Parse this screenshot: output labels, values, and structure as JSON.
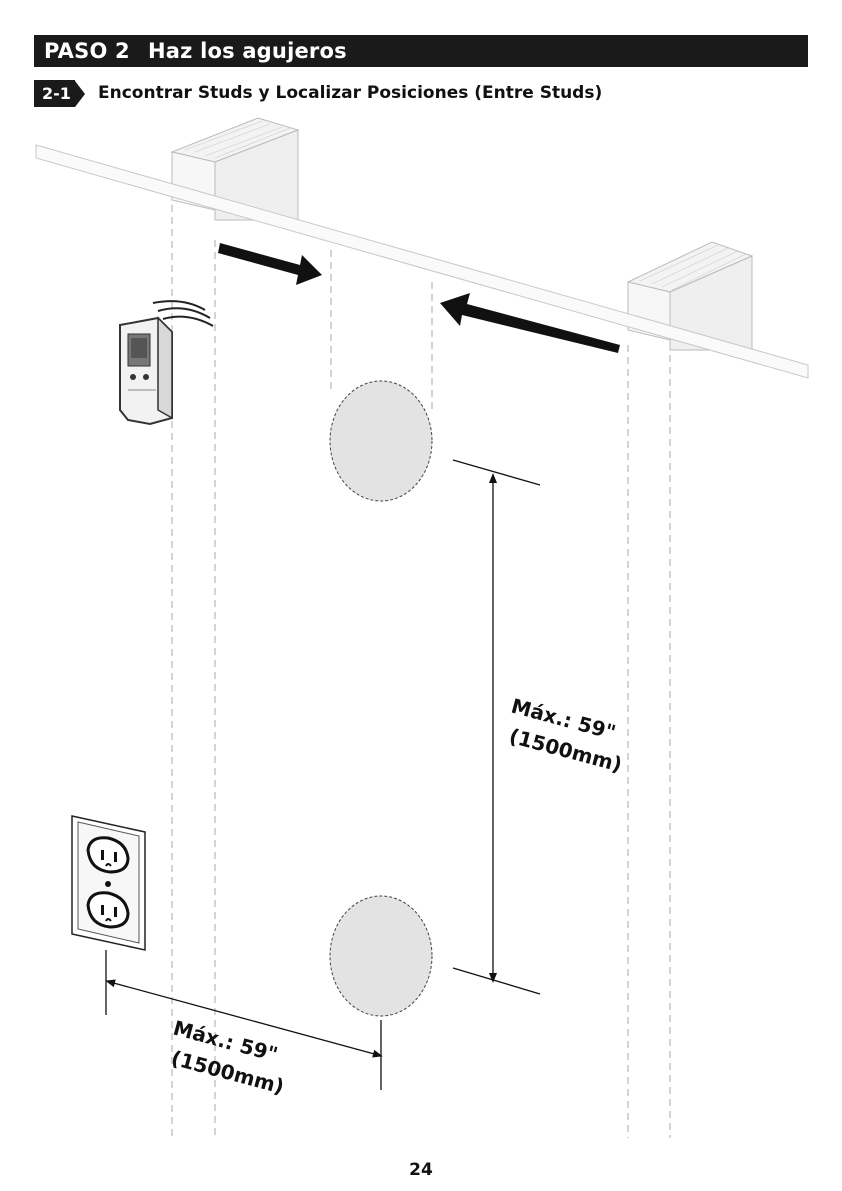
{
  "header": {
    "step_number": "PASO 2",
    "step_title": "Haz los agujeros"
  },
  "subsection": {
    "number": "2-1",
    "title": "Encontrar Studs y Localizar Posiciones (Entre Studs)"
  },
  "illustration": {
    "vertical_label_line1": "Máx.: 59\"",
    "vertical_label_line2": "(1500mm)",
    "horizontal_label_line1": "Máx.: 59\"",
    "horizontal_label_line2": "(1500mm)",
    "icons": [
      "stud-finder-icon",
      "wall-outlet-icon",
      "wooden-stud-icon",
      "direction-arrow-icon"
    ]
  },
  "footer": {
    "page_number": "24"
  }
}
